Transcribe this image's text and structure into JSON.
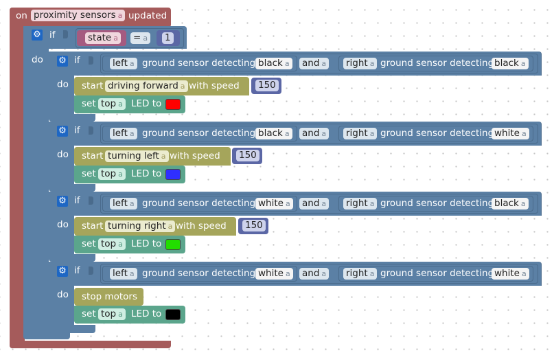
{
  "event": {
    "on": "on",
    "sensor": "proximity sensors",
    "updated": "updated"
  },
  "outer_if": {
    "if": "if",
    "do": "do",
    "var": "state",
    "op": "=",
    "value": "1"
  },
  "blocks": [
    {
      "if": "if",
      "do": "do",
      "left_word": "left",
      "left_text": "ground sensor detecting",
      "left_color": "black",
      "and": "and",
      "right_word": "right",
      "right_text": "ground sensor detecting",
      "right_color": "black",
      "action": "start",
      "motion": "driving forward",
      "speed_label": "with speed",
      "speed": "150",
      "set": "set",
      "led_pos": "top",
      "led_label": "LED to",
      "led_color": "#ff0000"
    },
    {
      "if": "if",
      "do": "do",
      "left_word": "left",
      "left_text": "ground sensor detecting",
      "left_color": "black",
      "and": "and",
      "right_word": "right",
      "right_text": "ground sensor detecting",
      "right_color": "white",
      "action": "start",
      "motion": "turning left",
      "speed_label": "with speed",
      "speed": "150",
      "set": "set",
      "led_pos": "top",
      "led_label": "LED to",
      "led_color": "#2f2fff"
    },
    {
      "if": "if",
      "do": "do",
      "left_word": "left",
      "left_text": "ground sensor detecting",
      "left_color": "white",
      "and": "and",
      "right_word": "right",
      "right_text": "ground sensor detecting",
      "right_color": "black",
      "action": "start",
      "motion": "turning right",
      "speed_label": "with speed",
      "speed": "150",
      "set": "set",
      "led_pos": "top",
      "led_label": "LED to",
      "led_color": "#22dd00"
    },
    {
      "if": "if",
      "do": "do",
      "left_word": "left",
      "left_text": "ground sensor detecting",
      "left_color": "white",
      "and": "and",
      "right_word": "right",
      "right_text": "ground sensor detecting",
      "right_color": "white",
      "stop": "stop motors",
      "set": "set",
      "led_pos": "top",
      "led_label": "LED to",
      "led_color": "#000000"
    }
  ],
  "icons": {
    "gear": "gear-icon",
    "dropdown": "dropdown-arrow-icon"
  },
  "colors": {
    "event": "#a55b5b",
    "control": "#5b80a5",
    "motor": "#a5a55b",
    "led": "#5ba58c",
    "number": "#5b67a5",
    "variable": "#a55b80"
  }
}
